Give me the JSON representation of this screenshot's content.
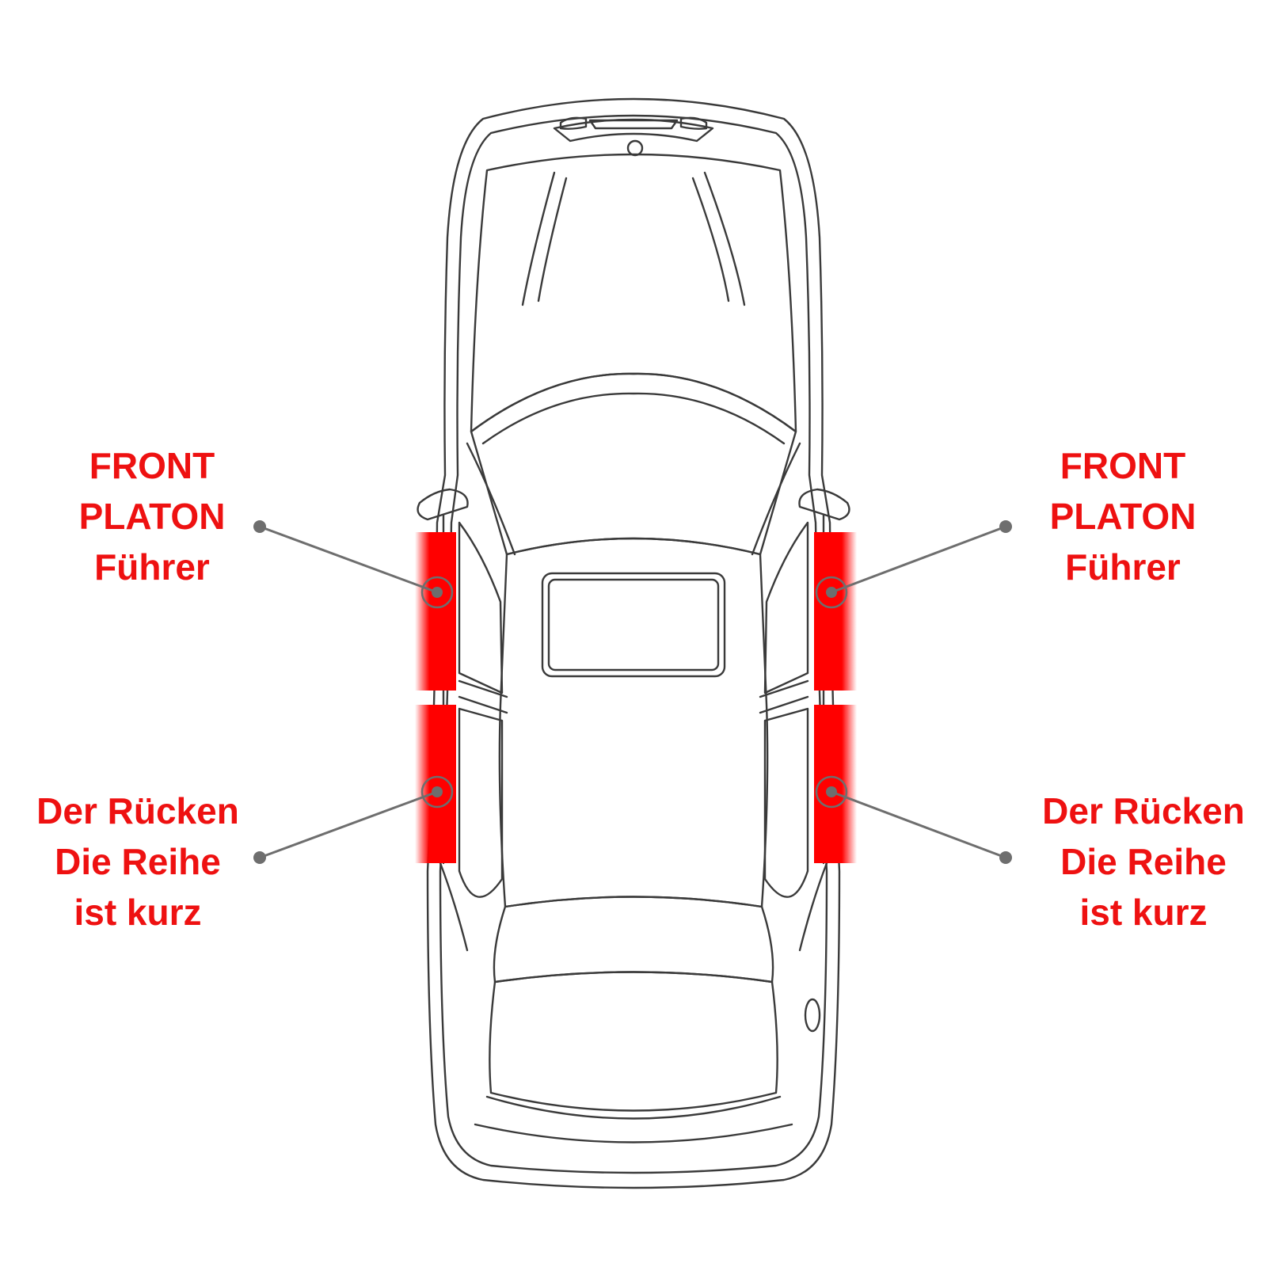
{
  "colors": {
    "highlight": "#ff0000",
    "label_text": "#ee1111",
    "leader_line": "#6e6e6e",
    "car_outline": "#3a3a3a"
  },
  "labels": {
    "front_left": {
      "line1": "FRONT",
      "line2": "PLATON",
      "line3": "Führer"
    },
    "front_right": {
      "line1": "FRONT",
      "line2": "PLATON",
      "line3": "Führer"
    },
    "rear_left": {
      "line1": "Der Rücken",
      "line2": "Die Reihe",
      "line3": "ist kurz"
    },
    "rear_right": {
      "line1": "Der Rücken",
      "line2": "Die Reihe",
      "line3": "ist kurz"
    }
  }
}
